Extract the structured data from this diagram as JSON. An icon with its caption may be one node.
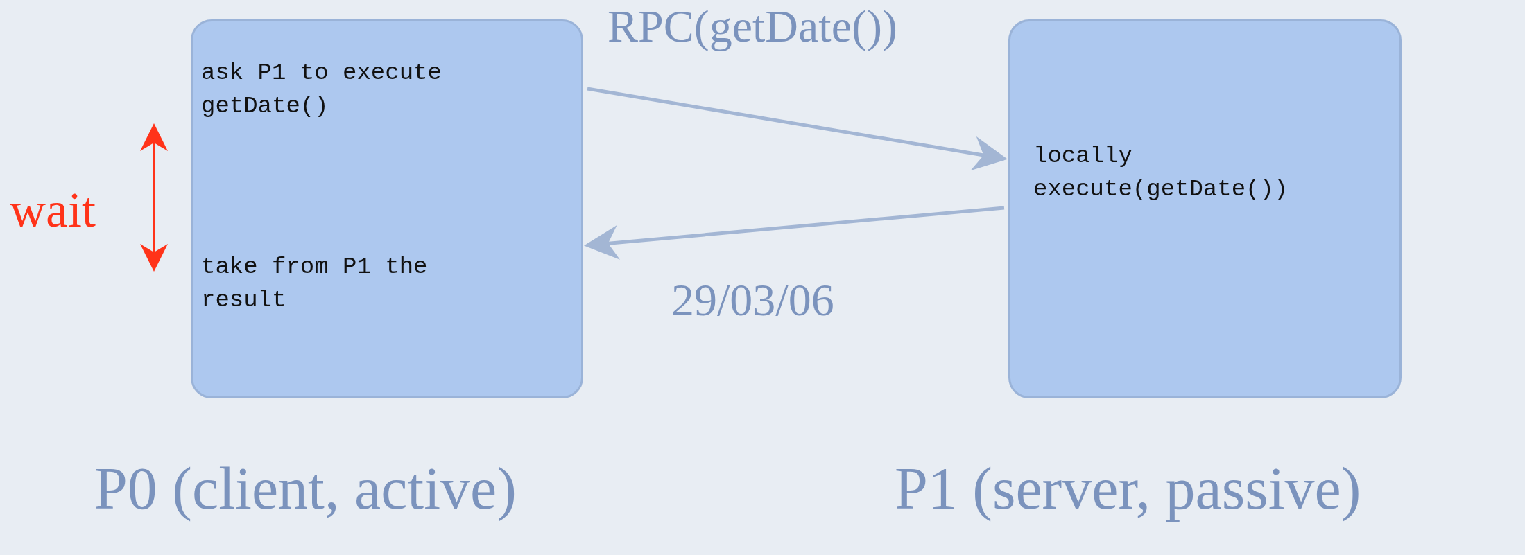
{
  "diagram": {
    "nodes": [
      {
        "text": [
          "ask P1 to execute getDate()",
          "take from P1 the result"
        ],
        "beside": [
          "P0 (client, active)"
        ]
      },
      {
        "text": [
          "locally execute(getDate())"
        ],
        "beside": [
          "P1 (server, passive)"
        ]
      }
    ],
    "edges": [
      {
        "from": 0,
        "to": 1,
        "arrow": "to",
        "label": "RPC(getDate())"
      },
      {
        "from": 1,
        "to": 0,
        "arrow": "to",
        "label": "29/03/06"
      }
    ],
    "labels": [
      "wait"
    ]
  }
}
